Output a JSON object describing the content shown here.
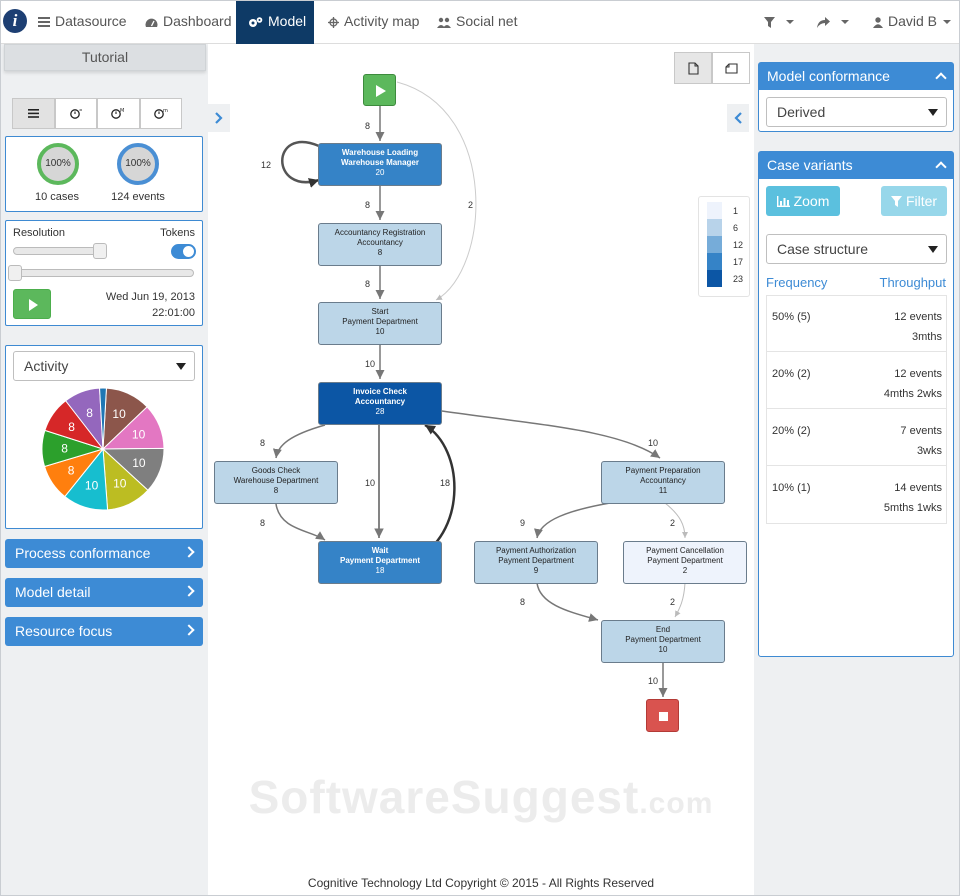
{
  "nav": {
    "logo": "i",
    "items": [
      {
        "label": "Datasource"
      },
      {
        "label": "Dashboard"
      },
      {
        "label": "Model"
      },
      {
        "label": "Activity map"
      },
      {
        "label": "Social net"
      }
    ],
    "user": "David B"
  },
  "left": {
    "tutorial": "Tutorial",
    "stats": {
      "cases_pct": "100%",
      "cases": "10 cases",
      "events_pct": "100%",
      "events": "124 events"
    },
    "resolution_label": "Resolution",
    "tokens_label": "Tokens",
    "tokens_on": true,
    "date": "Wed Jun 19, 2013",
    "time": "22:01:00",
    "activity_select": "Activity",
    "pie": [
      {
        "value": 10,
        "color": "#8c564b"
      },
      {
        "value": 10,
        "color": "#e377c2"
      },
      {
        "value": 10,
        "color": "#7f7f7f"
      },
      {
        "value": 10,
        "color": "#bcbd22"
      },
      {
        "value": 10,
        "color": "#17becf"
      },
      {
        "value": 8,
        "color": "#ff7f0e"
      },
      {
        "value": 8,
        "color": "#2ca02c"
      },
      {
        "value": 8,
        "color": "#d62728"
      },
      {
        "value": 8,
        "color": "#9467bd"
      },
      {
        "value": 1.5,
        "color": "#1f77b4"
      }
    ],
    "buttons": {
      "process": "Process conformance",
      "model": "Model detail",
      "resource": "Resource focus"
    }
  },
  "graph": {
    "nodes": {
      "warehouse_loading": {
        "name": "Warehouse Loading",
        "dept": "Warehouse Manager",
        "count": "20"
      },
      "accountancy_registration": {
        "name": "Accountancy Registration",
        "dept": "Accountancy",
        "count": "8"
      },
      "start": {
        "name": "Start",
        "dept": "Payment Department",
        "count": "10"
      },
      "invoice_check": {
        "name": "Invoice Check",
        "dept": "Accountancy",
        "count": "28"
      },
      "goods_check": {
        "name": "Goods Check",
        "dept": "Warehouse Department",
        "count": "8"
      },
      "wait": {
        "name": "Wait",
        "dept": "Payment Department",
        "count": "18"
      },
      "payment_preparation": {
        "name": "Payment Preparation",
        "dept": "Accountancy",
        "count": "11"
      },
      "payment_authorization": {
        "name": "Payment Authorization",
        "dept": "Payment Department",
        "count": "9"
      },
      "payment_cancellation": {
        "name": "Payment Cancellation",
        "dept": "Payment Department",
        "count": "2"
      },
      "end": {
        "name": "End",
        "dept": "Payment Department",
        "count": "10"
      }
    },
    "edges": {
      "play_to_wl": "8",
      "wl_self": "12",
      "wl_to_ar": "8",
      "play_to_start": "2",
      "ar_to_start": "8",
      "start_to_ic": "10",
      "ic_to_gc": "8",
      "ic_to_wait": "10",
      "wait_to_ic": "18",
      "ic_to_pp": "10",
      "gc_to_wait": "8",
      "pp_to_pa": "9",
      "pp_to_pc": "2",
      "pa_to_end": "8",
      "pc_to_end": "2",
      "end_to_stop": "10"
    },
    "legend": [
      "1",
      "6",
      "12",
      "17",
      "23"
    ],
    "legend_colors": [
      "#eef3fc",
      "#b8d3ea",
      "#76acd9",
      "#3583c7",
      "#0c56a5"
    ]
  },
  "right": {
    "conformance_title": "Model conformance",
    "conformance_select": "Derived",
    "variants_title": "Case variants",
    "zoom": "Zoom",
    "filter": "Filter",
    "structure_select": "Case structure",
    "frequency": "Frequency",
    "throughput": "Throughput",
    "variants": [
      {
        "pct": "50% (5)",
        "events": "12 events",
        "time": "3mths"
      },
      {
        "pct": "20% (2)",
        "events": "12 events",
        "time": "4mths 2wks"
      },
      {
        "pct": "20% (2)",
        "events": "7 events",
        "time": "3wks"
      },
      {
        "pct": "10% (1)",
        "events": "14 events",
        "time": "5mths 1wks"
      }
    ]
  },
  "footer": "Cognitive Technology Ltd Copyright © 2015 - All Rights Reserved",
  "watermark": {
    "main": "SoftwareSuggest",
    "suffix": ".com"
  }
}
